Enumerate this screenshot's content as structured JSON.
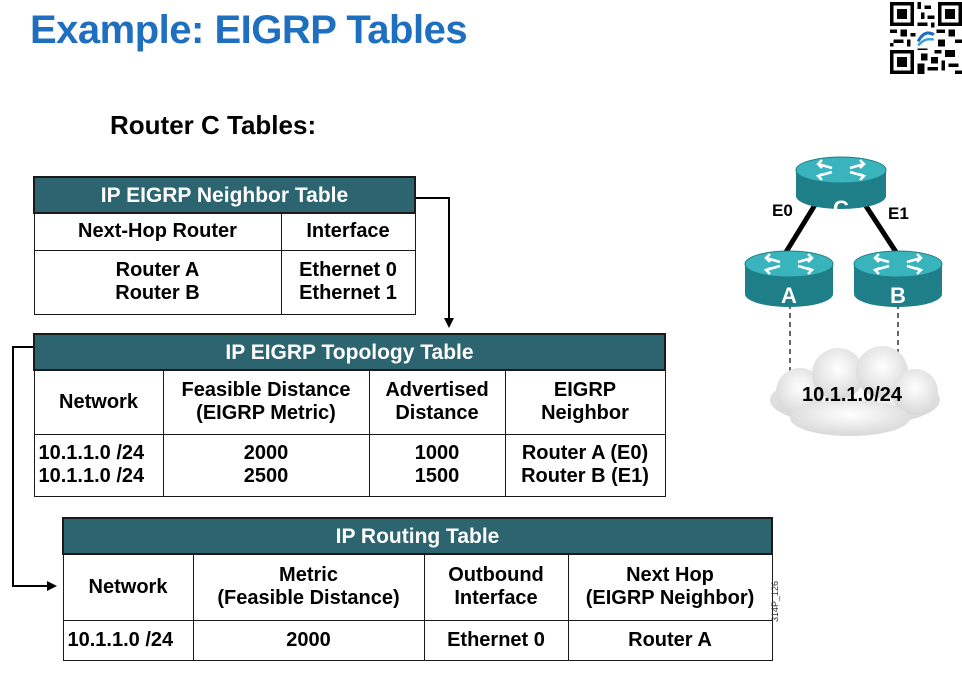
{
  "title": "Example: EIGRP Tables",
  "subtitle": "Router C Tables:",
  "neighbor_table": {
    "title": "IP EIGRP Neighbor Table",
    "headers": [
      "Next-Hop Router",
      "Interface"
    ],
    "routers": [
      "Router A",
      "Router B"
    ],
    "interfaces": [
      "Ethernet 0",
      "Ethernet 1"
    ]
  },
  "topology_table": {
    "title": "IP EIGRP Topology Table",
    "headers": [
      [
        "Network"
      ],
      [
        "Feasible Distance",
        "(EIGRP Metric)"
      ],
      [
        "Advertised",
        "Distance"
      ],
      [
        "EIGRP",
        "Neighbor"
      ]
    ],
    "networks": [
      "10.1.1.0 /24",
      "10.1.1.0 /24"
    ],
    "feasible_distances": [
      "2000",
      "2500"
    ],
    "advertised_distances": [
      "1000",
      "1500"
    ],
    "neighbors": [
      "Router A (E0)",
      "Router B (E1)"
    ]
  },
  "routing_table": {
    "title": "IP Routing Table",
    "headers": [
      [
        "Network"
      ],
      [
        "Metric",
        "(Feasible Distance)"
      ],
      [
        "Outbound",
        "Interface"
      ],
      [
        "Next Hop",
        "(EIGRP Neighbor)"
      ]
    ],
    "row": [
      "10.1.1.0 /24",
      "2000",
      "Ethernet 0",
      "Router A"
    ]
  },
  "network_diagram": {
    "router_c_label": "C",
    "router_a_label": "A",
    "router_b_label": "B",
    "link_e0_label": "E0",
    "link_e1_label": "E1",
    "network_label": "10.1.1.0/24",
    "router_color": "#2aa0a8"
  },
  "figure_code": "314P_126"
}
